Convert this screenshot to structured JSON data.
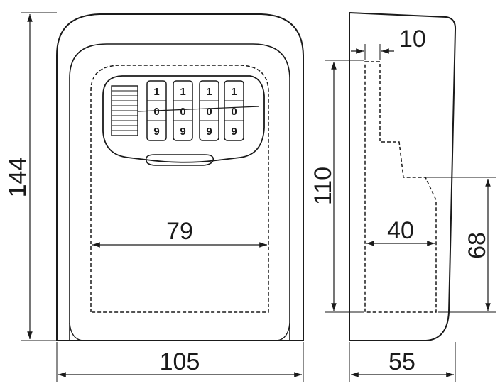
{
  "dimensions": {
    "front_height": "144",
    "front_width": "105",
    "inner_width": "79",
    "side_wall": "10",
    "inner_height": "110",
    "inner_depth": "40",
    "lower_height": "68",
    "side_depth": "55"
  },
  "dials": [
    {
      "top": "1",
      "mid": "0",
      "bot": "9"
    },
    {
      "top": "1",
      "mid": "0",
      "bot": "9"
    },
    {
      "top": "1",
      "mid": "0",
      "bot": "9"
    },
    {
      "top": "1",
      "mid": "0",
      "bot": "9"
    }
  ],
  "colors": {
    "line": "#1a1a1a",
    "background": "#ffffff"
  }
}
